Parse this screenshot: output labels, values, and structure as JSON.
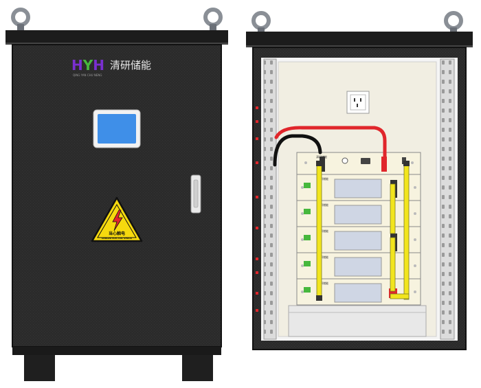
{
  "brand": {
    "logo_mark": "HYH",
    "name": "清研储能",
    "tagline": "QING YAN CHU NENG"
  },
  "warning_label": {
    "main": "当心触电",
    "sub": "DANGER ELECTRIC SHOCK"
  },
  "module_badge": "清研储能",
  "colors": {
    "cabinet": "#2a2a2a",
    "screen": "#3f8fe8",
    "cable_red": "#e0262b",
    "busbar_yellow": "#f2e51d",
    "logo_purple": "#7a2fd0",
    "logo_green": "#47b83d"
  }
}
